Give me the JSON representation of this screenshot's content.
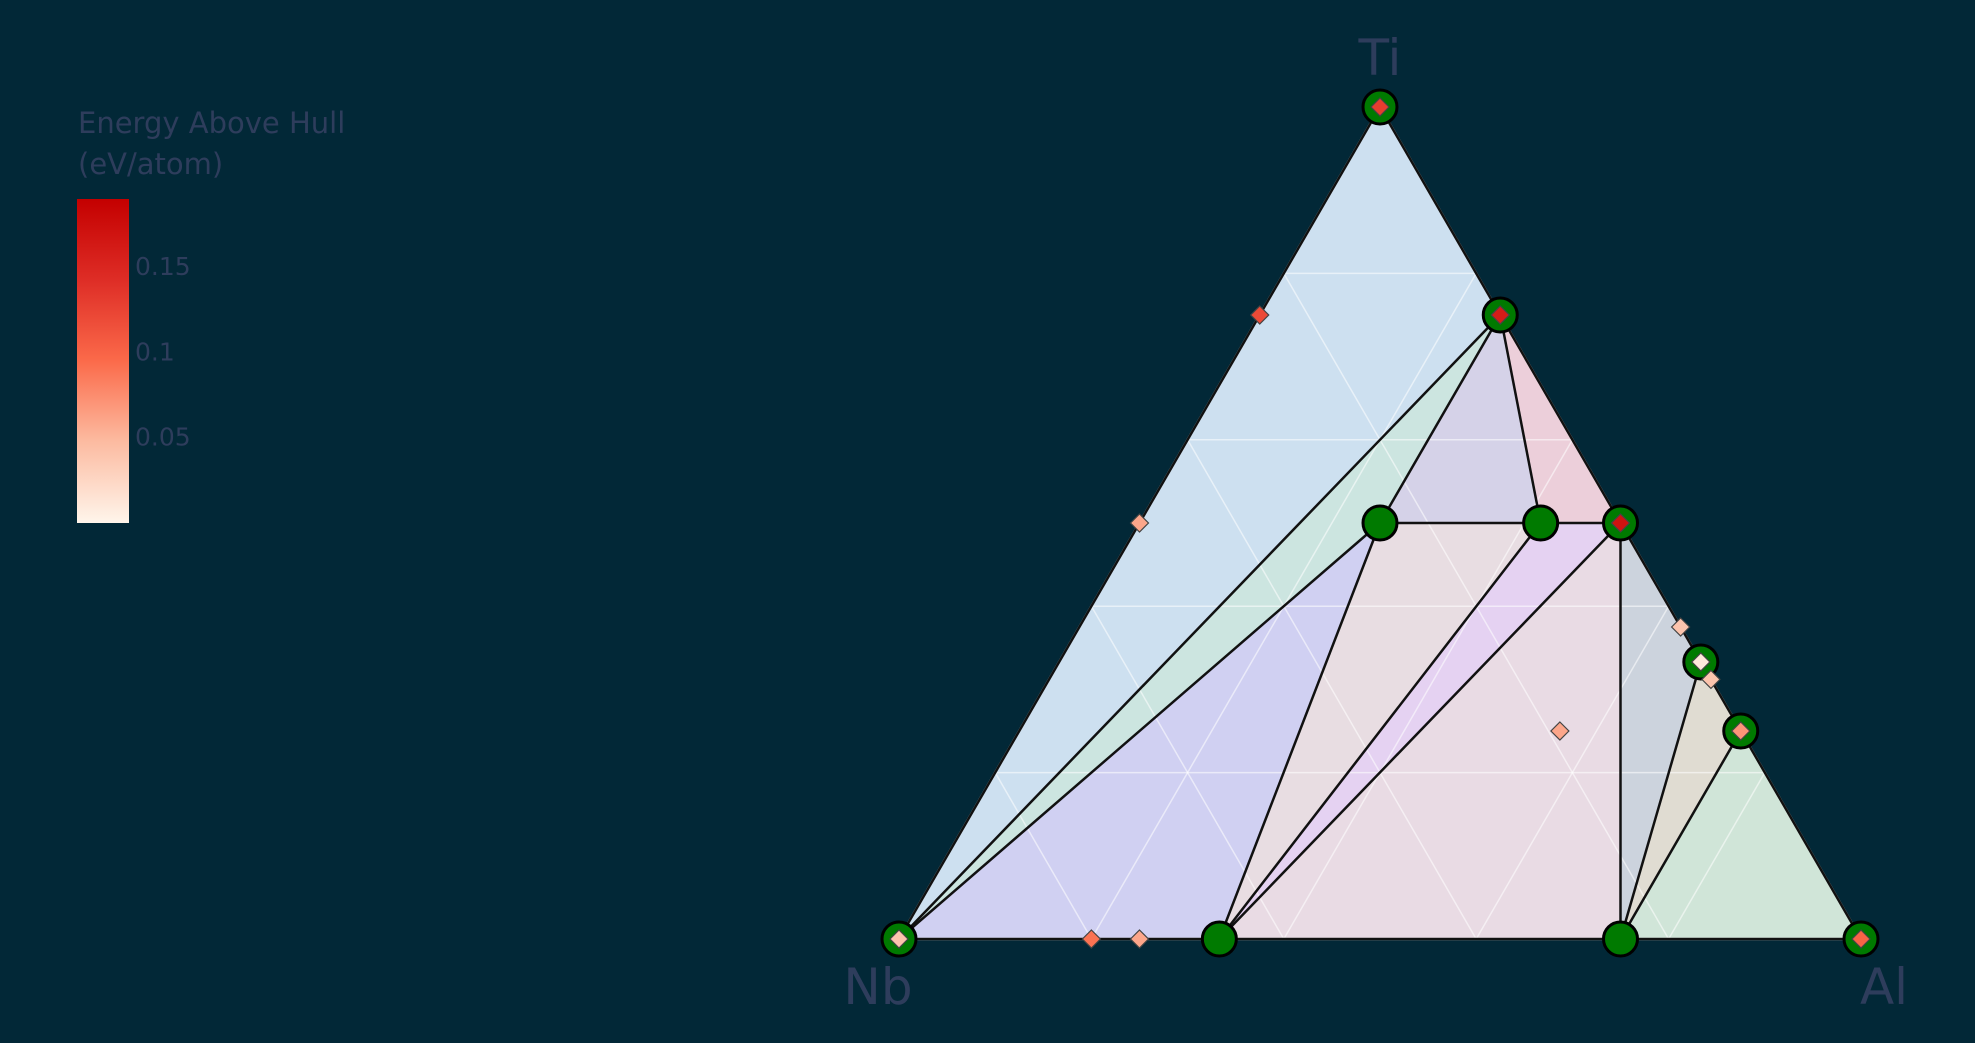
{
  "chart_data": {
    "type": "scatter",
    "subtype": "ternary phase diagram",
    "elements": [
      "Ti",
      "Nb",
      "Al"
    ],
    "colorbar": {
      "title_line1": "Energy Above Hull",
      "title_line2": "(eV/atom)",
      "ticks": [
        0.05,
        0.1,
        0.15
      ],
      "tick_labels": [
        "0.05",
        "0.1",
        "0.15"
      ],
      "range": [
        0,
        0.19
      ],
      "colors": [
        "#fff5eb",
        "#fcbba1",
        "#fb6a4a",
        "#de2d26",
        "#c40000"
      ]
    },
    "stable_phases": [
      {
        "ti": 1,
        "nb": 0,
        "al": 0
      },
      {
        "ti": 0,
        "nb": 1,
        "al": 0
      },
      {
        "ti": 0,
        "nb": 0,
        "al": 1
      },
      {
        "ti": 0.75,
        "nb": 0,
        "al": 0.25
      },
      {
        "ti": 0.5,
        "nb": 0.25,
        "al": 0.25
      },
      {
        "ti": 0.5,
        "nb": 0.083,
        "al": 0.417
      },
      {
        "ti": 0.5,
        "nb": 0,
        "al": 0.5
      },
      {
        "ti": 0.333,
        "nb": 0,
        "al": 0.667
      },
      {
        "ti": 0.25,
        "nb": 0,
        "al": 0.75
      },
      {
        "ti": 0,
        "nb": 0.667,
        "al": 0.333
      },
      {
        "ti": 0,
        "nb": 0.25,
        "al": 0.75
      }
    ],
    "tie_lines": [
      [
        0,
        3
      ],
      [
        3,
        6
      ],
      [
        6,
        7
      ],
      [
        7,
        8
      ],
      [
        8,
        2
      ],
      [
        2,
        10
      ],
      [
        10,
        9
      ],
      [
        9,
        1
      ],
      [
        1,
        0
      ],
      [
        1,
        3
      ],
      [
        1,
        4
      ],
      [
        3,
        4
      ],
      [
        4,
        5
      ],
      [
        3,
        5
      ],
      [
        5,
        6
      ],
      [
        4,
        9
      ],
      [
        5,
        9
      ],
      [
        6,
        9
      ],
      [
        6,
        10
      ],
      [
        7,
        10
      ],
      [
        8,
        10
      ]
    ],
    "regions": [
      {
        "vertices": [
          0,
          3,
          1
        ],
        "color": "#cde0f0"
      },
      {
        "vertices": [
          1,
          3,
          4
        ],
        "color": "#cce5e0"
      },
      {
        "vertices": [
          1,
          4,
          9
        ],
        "color": "#d0d0f2"
      },
      {
        "vertices": [
          4,
          5,
          9
        ],
        "color": "#e8dde2"
      },
      {
        "vertices": [
          3,
          4,
          5
        ],
        "color": "#d5d2e8"
      },
      {
        "vertices": [
          3,
          5,
          6
        ],
        "color": "#eccfda"
      },
      {
        "vertices": [
          5,
          6,
          9
        ],
        "color": "#e5d2f2"
      },
      {
        "vertices": [
          6,
          9,
          10
        ],
        "color": "#e9dbe4"
      },
      {
        "vertices": [
          6,
          7,
          10
        ],
        "color": "#ccd3dd"
      },
      {
        "vertices": [
          7,
          8,
          10
        ],
        "color": "#e0dcd2"
      },
      {
        "vertices": [
          8,
          2,
          10
        ],
        "color": "#d0e5d8"
      }
    ],
    "unstable_phases": [
      {
        "ti": 1,
        "nb": 0,
        "al": 0,
        "e_above_hull": 0.13
      },
      {
        "ti": 0,
        "nb": 1,
        "al": 0,
        "e_above_hull": 0.04
      },
      {
        "ti": 0,
        "nb": 0,
        "al": 1,
        "e_above_hull": 0.1
      },
      {
        "ti": 0.75,
        "nb": 0,
        "al": 0.25,
        "e_above_hull": 0.16
      },
      {
        "ti": 0.5,
        "nb": 0,
        "al": 0.5,
        "e_above_hull": 0.17
      },
      {
        "ti": 0.333,
        "nb": 0,
        "al": 0.667,
        "e_above_hull": 0.01
      },
      {
        "ti": 0.25,
        "nb": 0,
        "al": 0.75,
        "e_above_hull": 0.07
      },
      {
        "ti": 0.75,
        "nb": 0.25,
        "al": 0,
        "e_above_hull": 0.12
      },
      {
        "ti": 0.5,
        "nb": 0.5,
        "al": 0,
        "e_above_hull": 0.06
      },
      {
        "ti": 0,
        "nb": 0.8,
        "al": 0.2,
        "e_above_hull": 0.09
      },
      {
        "ti": 0,
        "nb": 0.75,
        "al": 0.25,
        "e_above_hull": 0.06
      },
      {
        "ti": 0.375,
        "nb": 0,
        "al": 0.625,
        "e_above_hull": 0.04
      },
      {
        "ti": 0.312,
        "nb": 0,
        "al": 0.688,
        "e_above_hull": 0.04
      },
      {
        "ti": 0.25,
        "nb": 0.188,
        "al": 0.562,
        "e_above_hull": 0.06
      }
    ],
    "grid": true
  }
}
